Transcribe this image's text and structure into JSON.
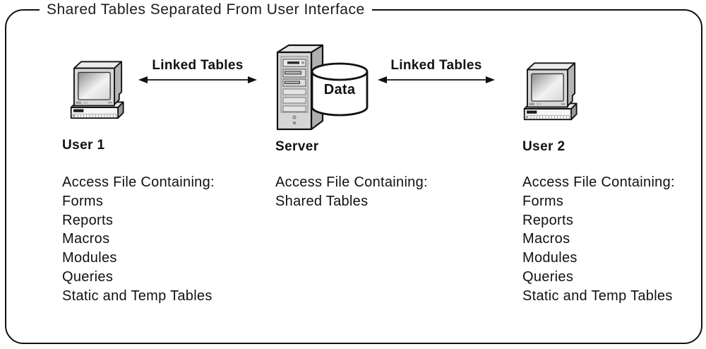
{
  "title": "Shared Tables Separated From User Interface",
  "arrows": {
    "left_label": "Linked Tables",
    "right_label": "Linked Tables"
  },
  "cylinder": {
    "label": "Data"
  },
  "columns": {
    "user1": {
      "heading": "User 1",
      "lines": [
        "Access File Containing:",
        "Forms",
        "Reports",
        "Macros",
        "Modules",
        "Queries",
        "Static and Temp Tables"
      ]
    },
    "server": {
      "heading": "Server",
      "lines": [
        "Access File Containing:",
        "Shared Tables"
      ]
    },
    "user2": {
      "heading": "User 2",
      "lines": [
        "Access File Containing:",
        "Forms",
        "Reports",
        "Macros",
        "Modules",
        "Queries",
        "Static and Temp Tables"
      ]
    }
  },
  "colors": {
    "border": "#111111",
    "background": "#ffffff",
    "icon_light": "#ececec",
    "icon_mid": "#d8d8d8",
    "icon_dark": "#b5b5b5"
  }
}
